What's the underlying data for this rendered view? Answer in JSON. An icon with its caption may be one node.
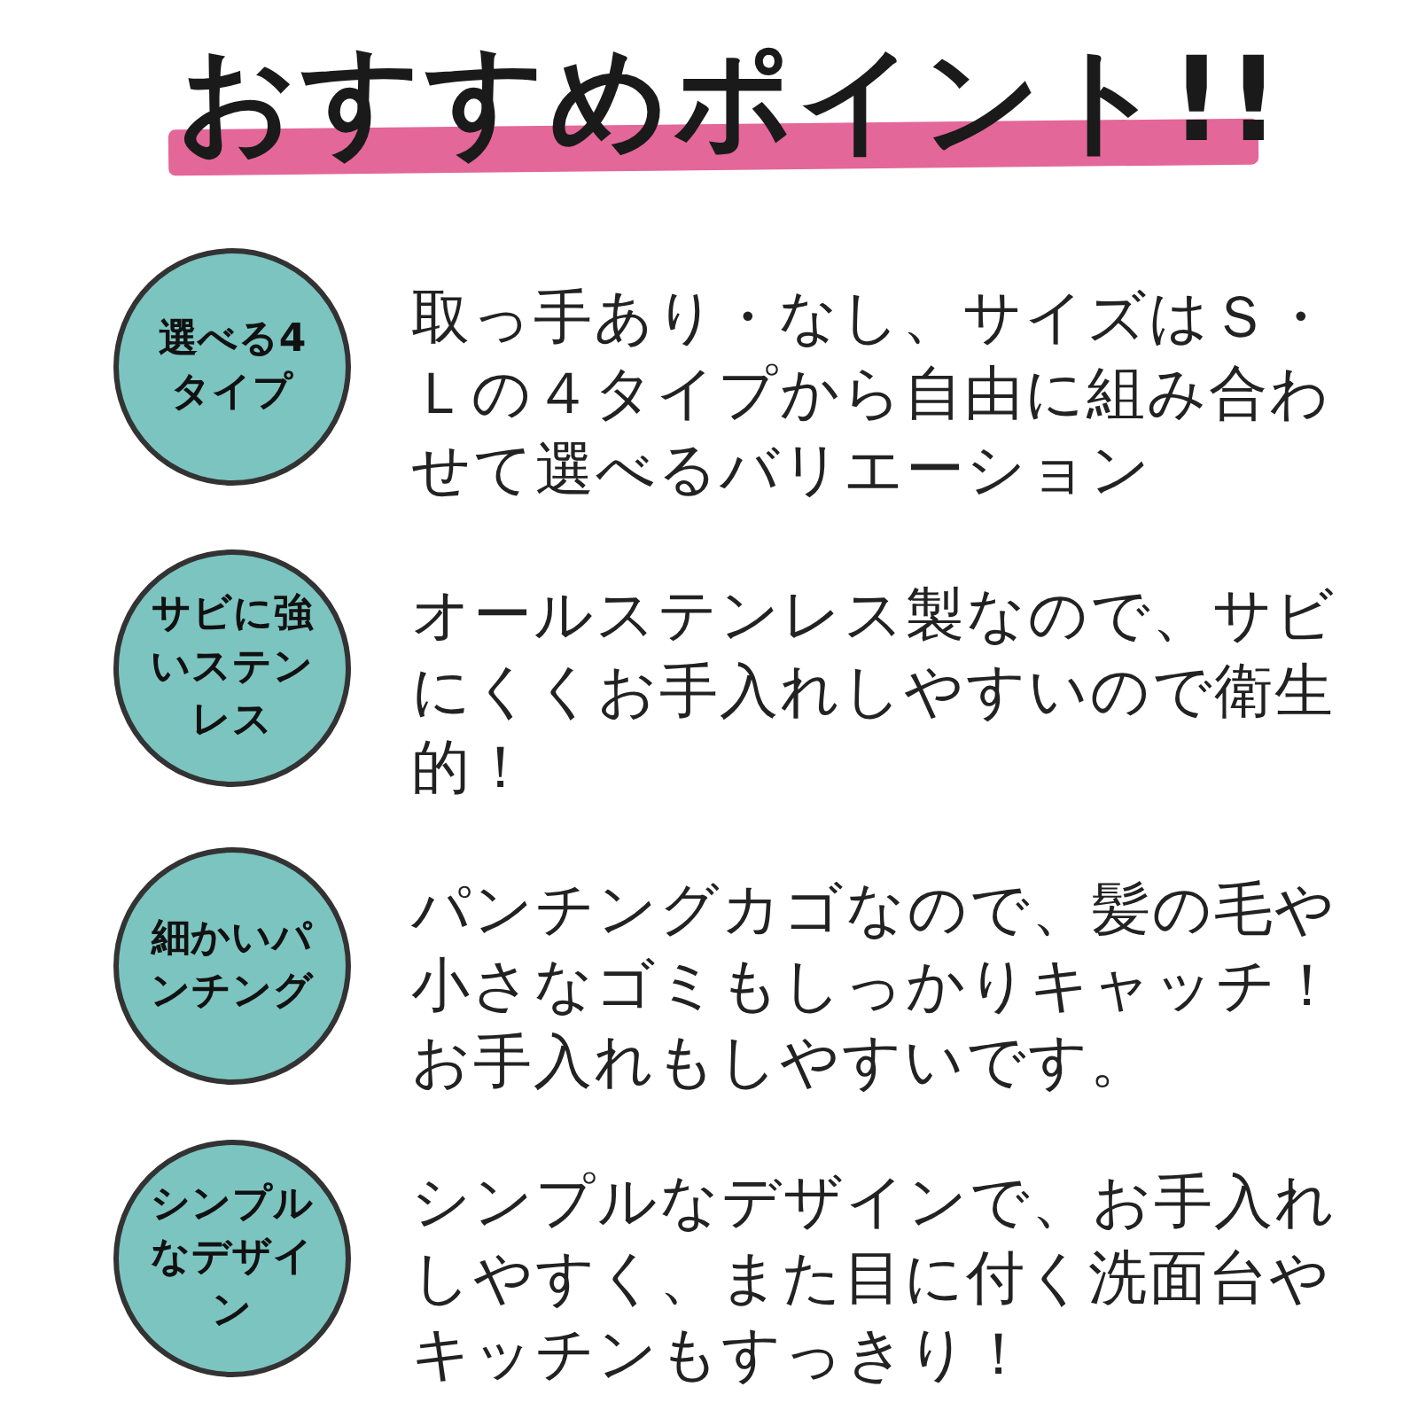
{
  "diagram": {
    "title": "おすすめポイント!!",
    "nodes": [
      {
        "text": [
          "選べる4タイプ"
        ],
        "beside": [
          "取っ手あり・なし、サイズはＳ・Ｌの４タイプから自由に組み合わせて選べるバリエーション"
        ]
      },
      {
        "text": [
          "サビに強いステンレス"
        ],
        "beside": [
          "オールステンレス製なので、サビにくくお手入れしやすいので衛生的！"
        ]
      },
      {
        "text": [
          "細かいパンチング"
        ],
        "beside": [
          "パンチングカゴなので、髪の毛や小さなゴミもしっかりキャッチ！お手入れもしやすいです。"
        ]
      },
      {
        "text": [
          "シンプルなデザイン"
        ],
        "beside": [
          "シンプルなデザインで、お手入れしやすく、また目に付く洗面台やキッチンもすっきり！"
        ]
      }
    ]
  }
}
